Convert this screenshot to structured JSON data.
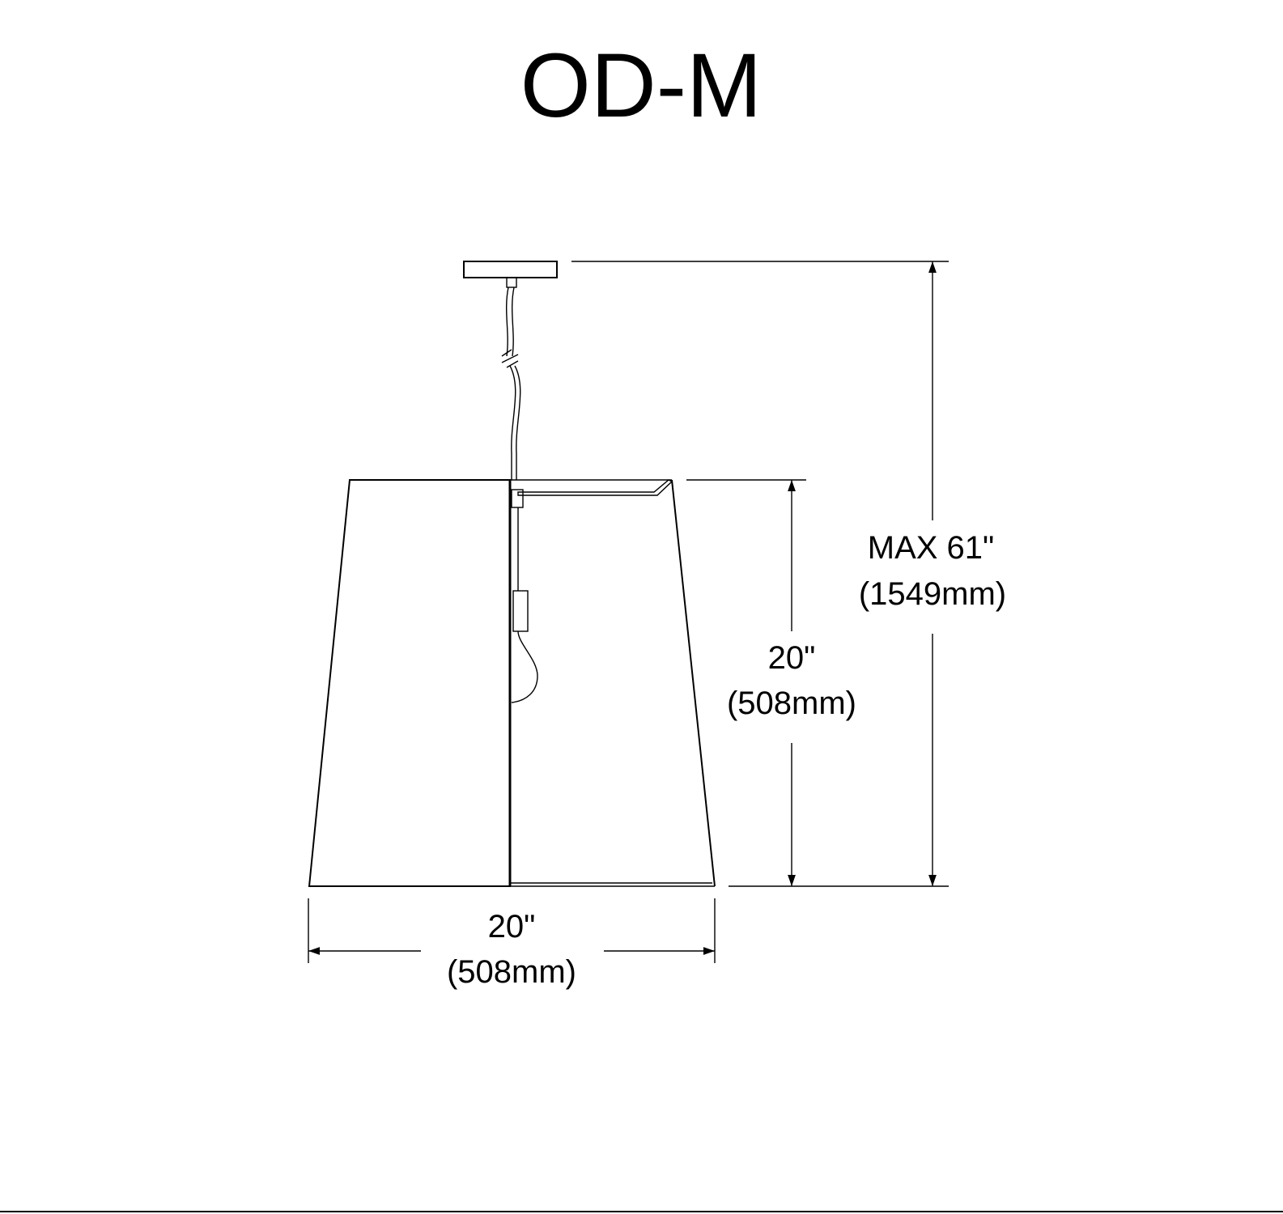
{
  "title": "OD-M",
  "dimensions": {
    "overall_height": {
      "imperial": "MAX 61\"",
      "metric": "(1549mm)"
    },
    "shade_height": {
      "imperial": "20\"",
      "metric": "(508mm)"
    },
    "shade_width": {
      "imperial": "20\"",
      "metric": "(508mm)"
    }
  },
  "colors": {
    "line": "#000000",
    "background": "#ffffff"
  }
}
